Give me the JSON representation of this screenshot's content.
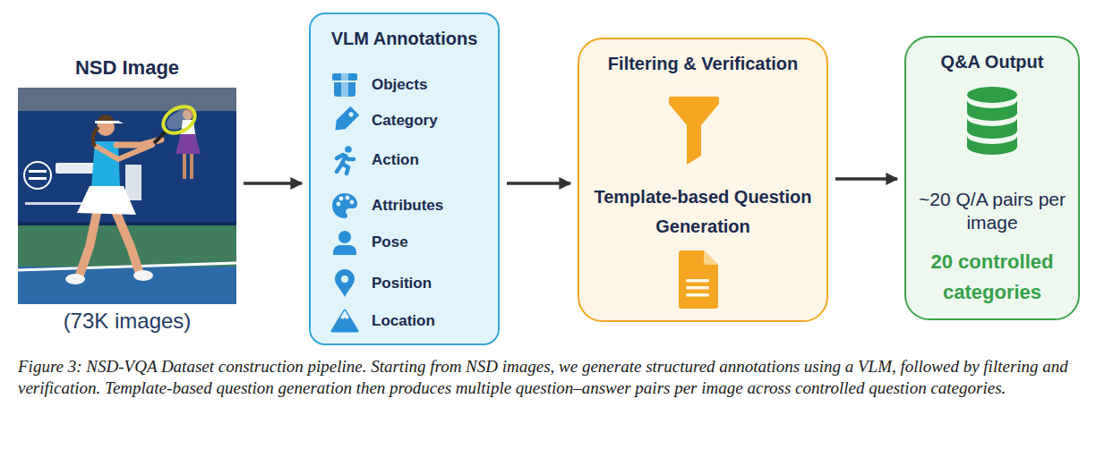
{
  "diagram": {
    "caption": "Figure 3: NSD-VQA Dataset construction pipeline. Starting from NSD images, we generate structured annotations using a VLM, followed by filtering and verification. Template-based question generation then produces multiple question–answer pairs per image across controlled question categories.",
    "nodes": [
      {
        "text": [
          "NSD Image",
          "(73K images)"
        ]
      },
      {
        "text": [
          "VLM Annotations",
          "Objects",
          "Category",
          "Action",
          "Attributes",
          "Pose",
          "Position",
          "Location"
        ]
      },
      {
        "text": [
          "Filtering & Verification",
          "Template-based Question Generation"
        ]
      },
      {
        "text": [
          "Q&A Output",
          "~20 Q/A pairs per image",
          "20 controlled categories"
        ]
      }
    ],
    "edges": [
      {
        "from": 0,
        "to": 1,
        "arrow": "to"
      },
      {
        "from": 1,
        "to": 2,
        "arrow": "to"
      },
      {
        "from": 2,
        "to": 3,
        "arrow": "to"
      }
    ]
  }
}
